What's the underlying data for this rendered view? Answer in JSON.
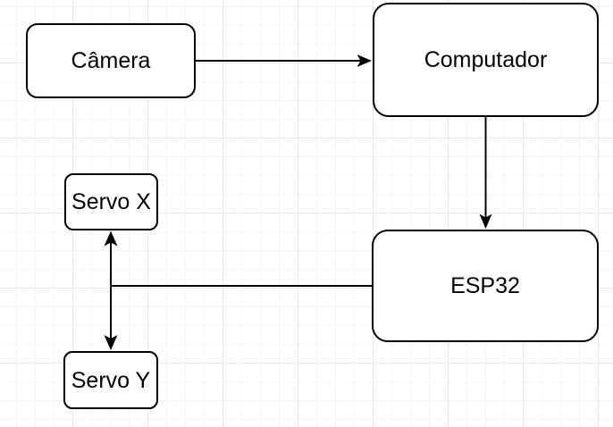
{
  "diagram": {
    "nodes": [
      {
        "id": "camera",
        "label": "Câmera"
      },
      {
        "id": "computador",
        "label": "Computador"
      },
      {
        "id": "servo-x",
        "label": "Servo X"
      },
      {
        "id": "esp32",
        "label": "ESP32"
      },
      {
        "id": "servo-y",
        "label": "Servo Y"
      }
    ],
    "edges": [
      {
        "from": "camera",
        "to": "computador",
        "style": "solid",
        "arrowheads": "end",
        "direction": "right"
      },
      {
        "from": "computador",
        "to": "esp32",
        "style": "solid",
        "arrowheads": "end",
        "direction": "down"
      },
      {
        "from": "esp32",
        "to": "servo-x",
        "style": "solid",
        "arrowheads": "end",
        "direction": "left-then-up"
      },
      {
        "from": "esp32",
        "to": "servo-y",
        "style": "solid",
        "arrowheads": "end",
        "direction": "left-then-down"
      }
    ],
    "colors": {
      "node_fill": "#ffffff",
      "node_stroke": "#000000",
      "edge_stroke": "#000000",
      "text": "#000000",
      "grid_minor": "#f5f5f5",
      "grid_major": "#e8e8e8",
      "background": "#ffffff"
    }
  }
}
